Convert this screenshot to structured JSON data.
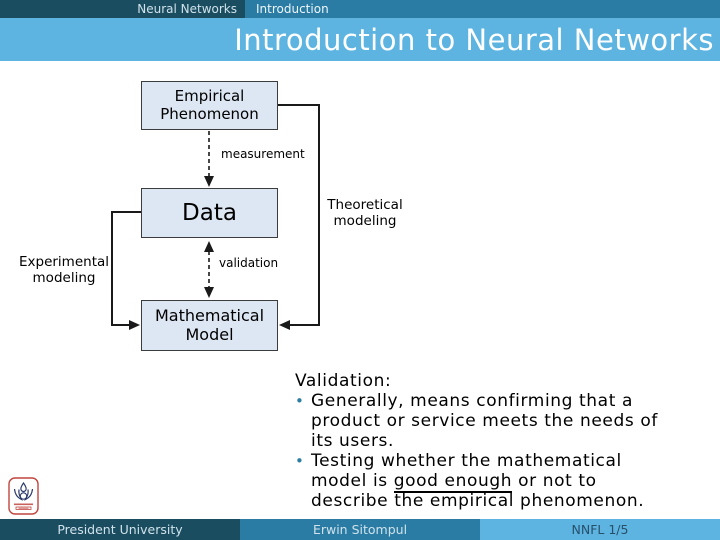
{
  "header": {
    "breadcrumb": {
      "course": "Neural Networks",
      "chapter": "Introduction"
    },
    "title": "Introduction to Neural Networks"
  },
  "diagram": {
    "boxes": {
      "empirical": "Empirical Phenomenon",
      "data": "Data",
      "mathematical": "Mathematical Model"
    },
    "labels": {
      "measurement": "measurement",
      "validation": "validation",
      "theoretical": "Theoretical modeling",
      "experimental": "Experimental modeling"
    }
  },
  "content": {
    "heading": "Validation:",
    "bullet_char": "•",
    "bullets": [
      {
        "line1": "Generally, means confirming that a",
        "line2": "product or service meets the needs of",
        "line3": "its users."
      },
      {
        "line1": "Testing whether the mathematical",
        "line2_pre": "model is ",
        "line2_underline": "good enough",
        "line2_post": " or not to",
        "line3": "describe the empirical phenomenon."
      }
    ]
  },
  "footer": {
    "left": "President University",
    "center": "Erwin Sitompul",
    "right": "NNFL 1/5"
  },
  "icons": {
    "logo": "president-university-logo"
  },
  "colors": {
    "dark_teal": "#1B4D60",
    "mid_blue": "#2B7CA4",
    "light_blue": "#5EB4E1",
    "box_fill": "#DDE6F3",
    "bullet_color": "#2E7EA3",
    "footer_text_light": "#CFE2EB",
    "footer_right_text": "#27506B",
    "title_text": "#FFFFFF",
    "body_text": "#000000"
  }
}
